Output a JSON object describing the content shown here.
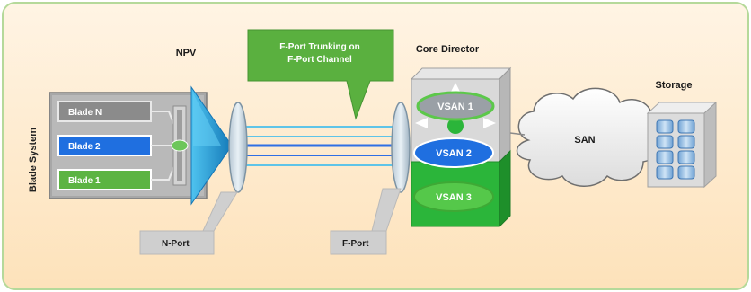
{
  "diagram": {
    "nodes": {
      "blade_system": "Blade System",
      "blade_n": "Blade N",
      "blade_2": "Blade 2",
      "blade_1": "Blade 1",
      "npv": "NPV",
      "core_director": "Core Director",
      "vsan_1": "VSAN 1",
      "vsan_2": "VSAN 2",
      "vsan_3": "VSAN 3",
      "san": "SAN",
      "storage": "Storage"
    },
    "callouts": {
      "trunking_line1": "F-Port Trunking on",
      "trunking_line2": "F-Port Channel",
      "n_port": "N-Port",
      "f_port": "F-Port"
    },
    "colors": {
      "background_top": "#fff1dc",
      "background_bottom": "#fde3bd",
      "frame_border": "#a8d08a",
      "blade_gray": "#8f8f8f",
      "blade_blue": "#1f6fe0",
      "blade_green": "#5cb442",
      "npv_blue": "#1d9ad6",
      "callout_green": "#5ab03f",
      "vsan_green": "#2bb53a",
      "link_blue": "#2f6fe4",
      "link_cyan": "#5fc4e8"
    }
  }
}
